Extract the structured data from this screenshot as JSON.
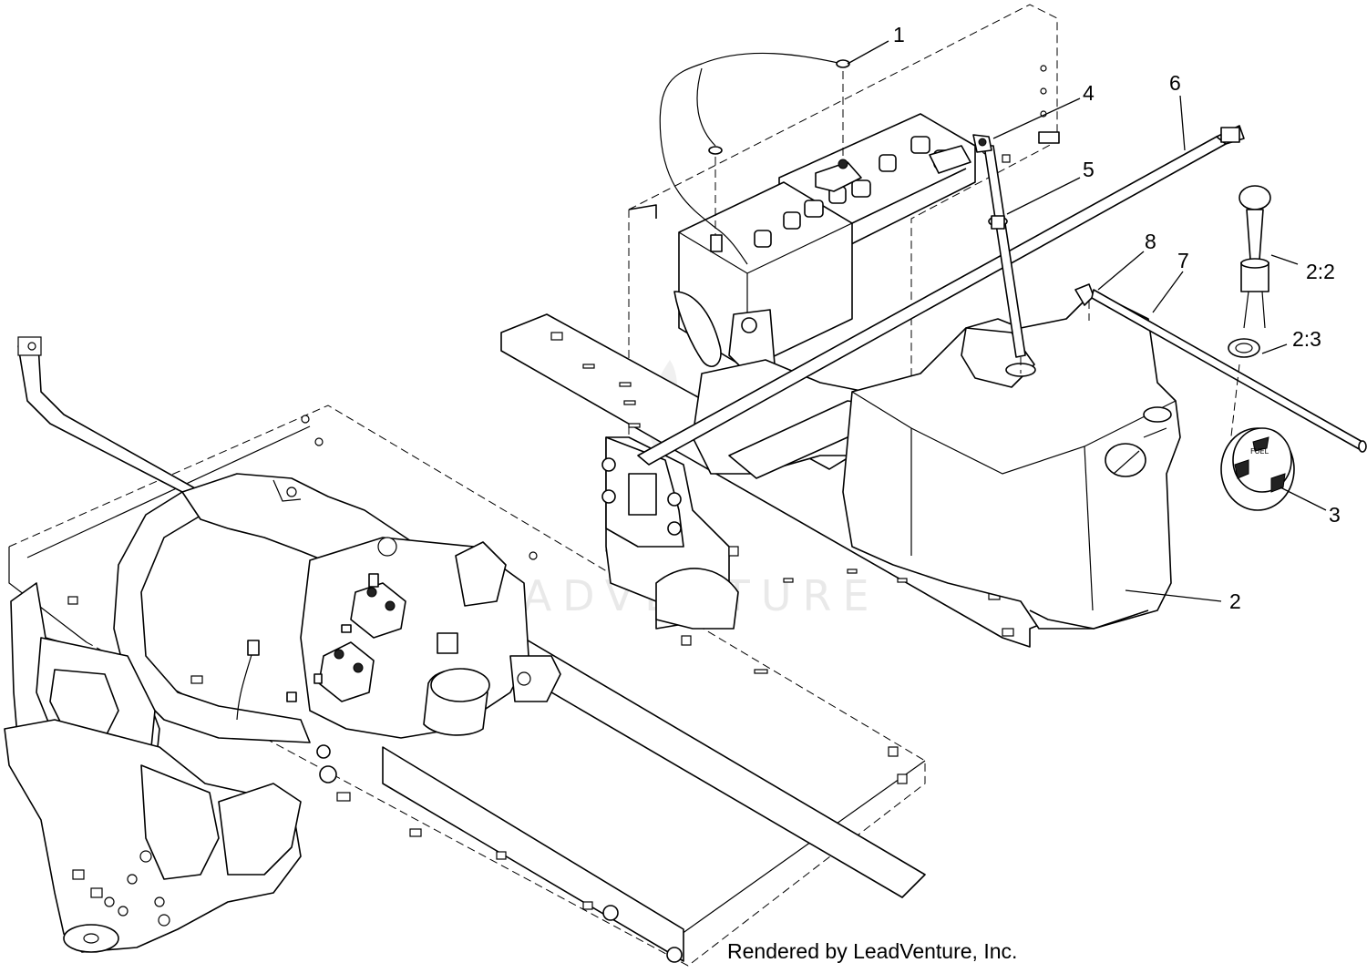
{
  "diagram": {
    "callouts": [
      {
        "id": "1",
        "label": "1"
      },
      {
        "id": "4",
        "label": "4"
      },
      {
        "id": "6",
        "label": "6"
      },
      {
        "id": "5",
        "label": "5"
      },
      {
        "id": "8",
        "label": "8"
      },
      {
        "id": "7",
        "label": "7"
      },
      {
        "id": "2-2",
        "label": "2:2"
      },
      {
        "id": "2-3",
        "label": "2:3"
      },
      {
        "id": "3",
        "label": "3"
      },
      {
        "id": "2",
        "label": "2"
      }
    ],
    "watermark": "LEADVENTURE",
    "fuel_cap_text": "FUEL",
    "credit": "Rendered by LeadVenture, Inc."
  },
  "colors": {
    "line": "#000000",
    "background": "#ffffff",
    "watermark": "#d8d8d8"
  }
}
